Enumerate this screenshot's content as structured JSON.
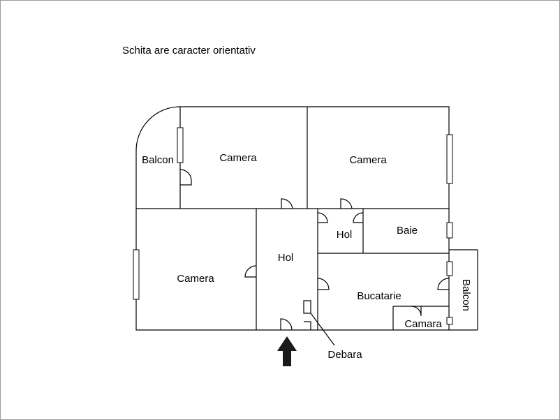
{
  "note": "Schita are caracter orientativ",
  "rooms": {
    "balcon_top": "Balcon",
    "camera_1": "Camera",
    "camera_2": "Camera",
    "camera_3": "Camera",
    "hol_main": "Hol",
    "hol_small": "Hol",
    "baie": "Baie",
    "bucatarie": "Bucatarie",
    "camara": "Camara",
    "balcon_right": "Balcon",
    "debara": "Debara"
  },
  "icons": {
    "entrance": "entrance-arrow-icon"
  },
  "colors": {
    "walls": "#000000",
    "background": "#ffffff"
  }
}
